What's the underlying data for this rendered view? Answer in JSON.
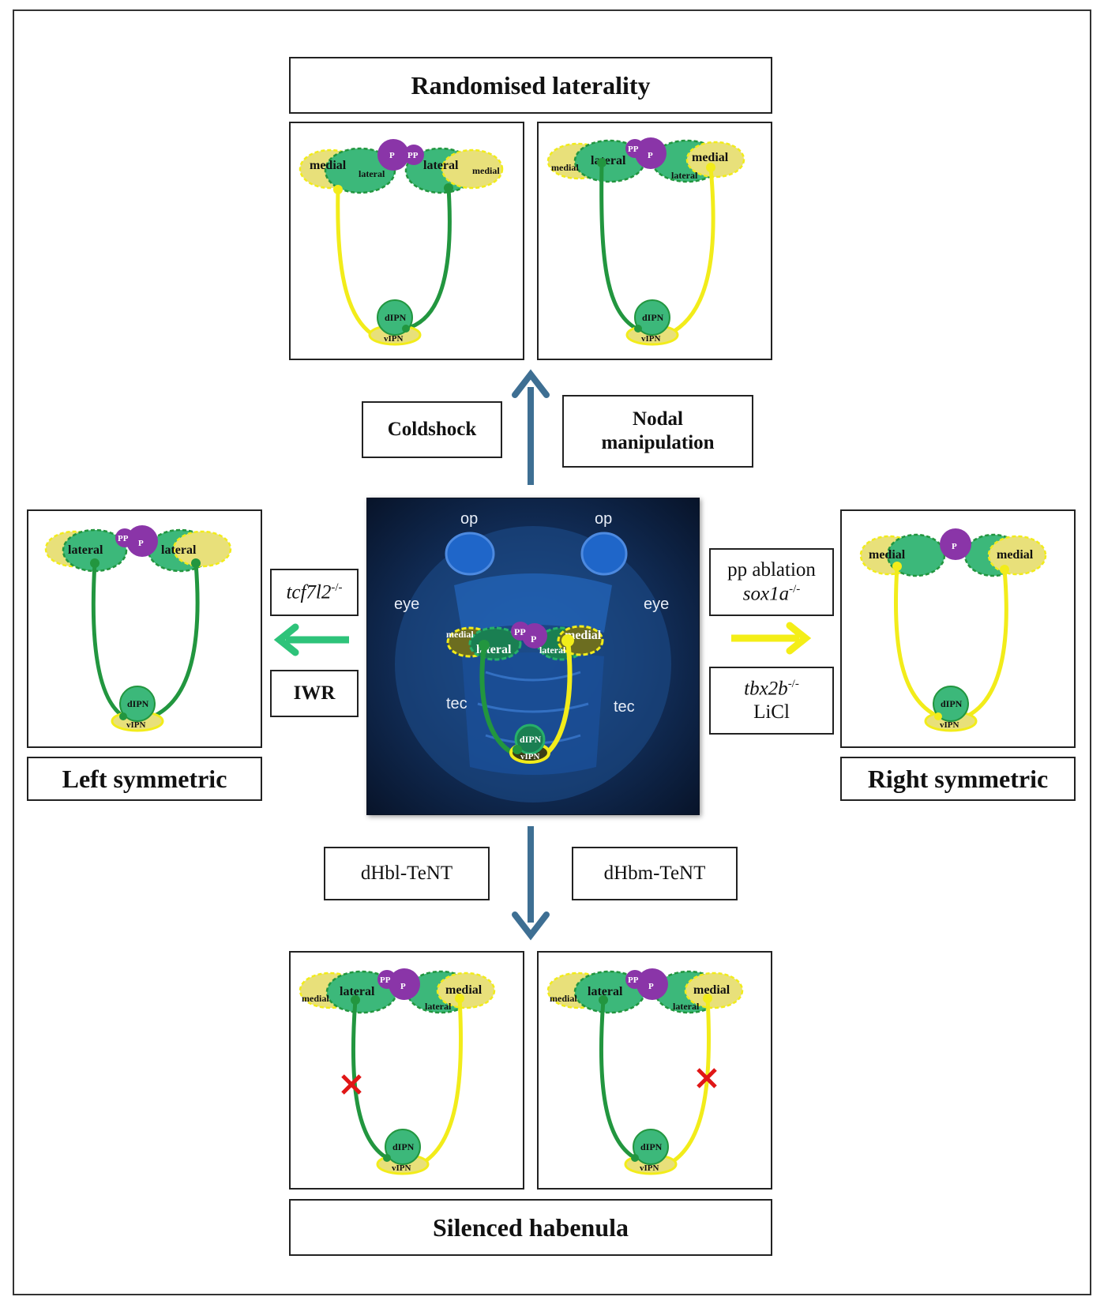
{
  "titles": {
    "top": "Randomised laterality",
    "left": "Left symmetric",
    "right": "Right symmetric",
    "bottom": "Silenced habenula"
  },
  "conditions": {
    "coldshock": "Coldshock",
    "nodal_1": "Nodal",
    "nodal_2": "manipulation",
    "tcf_gene": "tcf7l2",
    "tcf_sup": "-/-",
    "iwr": "IWR",
    "pp_ablation": "pp ablation",
    "sox_gene": "sox1a",
    "sox_sup": "-/-",
    "tbx_gene": "tbx2b",
    "tbx_sup": "-/-",
    "licl": "LiCl",
    "dhbl": "dHbl-TeNT",
    "dhbm": "dHbm-TeNT"
  },
  "panel_labels": {
    "medial": "medial",
    "lateral": "lateral",
    "p": "P",
    "pp": "PP",
    "dipn": "dIPN",
    "vipn": "vIPN"
  },
  "center_image": {
    "op": "op",
    "eye": "eye",
    "tec": "tec"
  },
  "colors": {
    "green": "#22963f",
    "green_fill": "#3cb87a",
    "yellow": "#f2ec1a",
    "yellow_fill": "#e8e07a",
    "purple": "#8a35a8",
    "arrow_blue": "#3e6f93",
    "arrow_green": "#2ec37a",
    "arrow_yellow": "#f4ee17",
    "silence_mark": "#e01616"
  }
}
